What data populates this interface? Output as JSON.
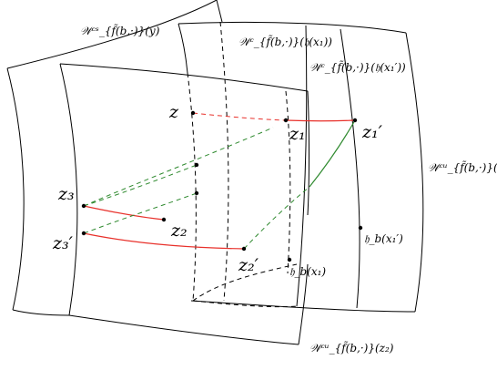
{
  "labels": {
    "w_cs_y": "𝒲ᶜˢ_{f̃(b,·)}(y)",
    "w_c_hx1": "𝒲ᶜ_{f̃(b,·)}(𝔥(x₁))",
    "w_c_hx1p": "𝒲ᶜ_{f̃(b,·)}(𝔥(x₁′))",
    "w_cu_z": "𝒲ᶜᵘ_{f̃(b,·)}(z",
    "w_cu_z2": "𝒲ᶜᵘ_{f̃(b,·)}(z₂)",
    "z": "z",
    "z1": "z₁",
    "z1p": "z₁′",
    "z2": "z₂",
    "z2p": "z₂′",
    "z3": "z₃",
    "z3p": "z₃′",
    "hb_x1": "𝔥_b(x₁)",
    "hb_x1p": "𝔥_b(x₁′)"
  },
  "colors": {
    "red": "#e8312b",
    "green": "#2f8a2f",
    "ink": "#000000"
  }
}
